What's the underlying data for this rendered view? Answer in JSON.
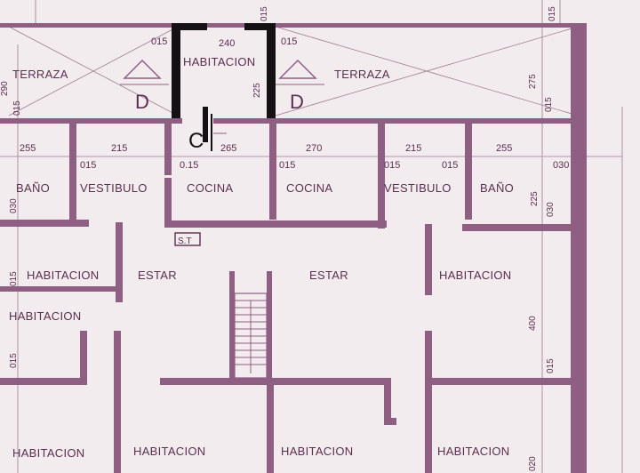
{
  "rooms": {
    "habitacion_top": "HABITACION",
    "terraza_left": "TERRAZA",
    "terraza_right": "TERRAZA",
    "bano_left": "BAÑO",
    "vestibulo_left": "VESTIBULO",
    "cocina_left": "COCINA",
    "cocina_right": "COCINA",
    "vestibulo_right": "VESTIBULO",
    "bano_right": "BAÑO",
    "habitacion_left_upper": "HABITACION",
    "estar_left": "ESTAR",
    "estar_right": "ESTAR",
    "habitacion_right_upper": "HABITACION",
    "habitacion_left_mid": "HABITACION",
    "habitacion_bottom_1": "HABITACION",
    "habitacion_bottom_2": "HABITACION",
    "habitacion_bottom_3": "HABITACION",
    "habitacion_bottom_4": "HABITACION"
  },
  "dimensions": {
    "top_015_left": "015",
    "top_240": "240",
    "top_015_right": "015",
    "top_015_center": "015",
    "top_015_far": "015",
    "left_290": "290",
    "left_015": "015",
    "right_275": "275",
    "right_015": "015",
    "mid_225": "225",
    "row_255_left": "255",
    "row_215_left": "215",
    "row_265": "265",
    "row_270": "270",
    "row_215_right": "215",
    "row_255_right": "255",
    "row_015_a": "015",
    "row_015_b": "0.15",
    "row_015_c": "015",
    "row_015_d": "015",
    "row_015_e": "015",
    "row_030": "030",
    "side_030_left": "030",
    "side_225_right": "225",
    "side_030_right": "030",
    "side_015_left_mid": "015",
    "side_400": "400",
    "side_015_right_lower": "015",
    "side_015_left_lower": "015",
    "side_020_bottom": "020"
  },
  "markers": {
    "section_d_left": "D",
    "section_d_right": "D",
    "section_c": "C",
    "stair_label": "S.T"
  }
}
